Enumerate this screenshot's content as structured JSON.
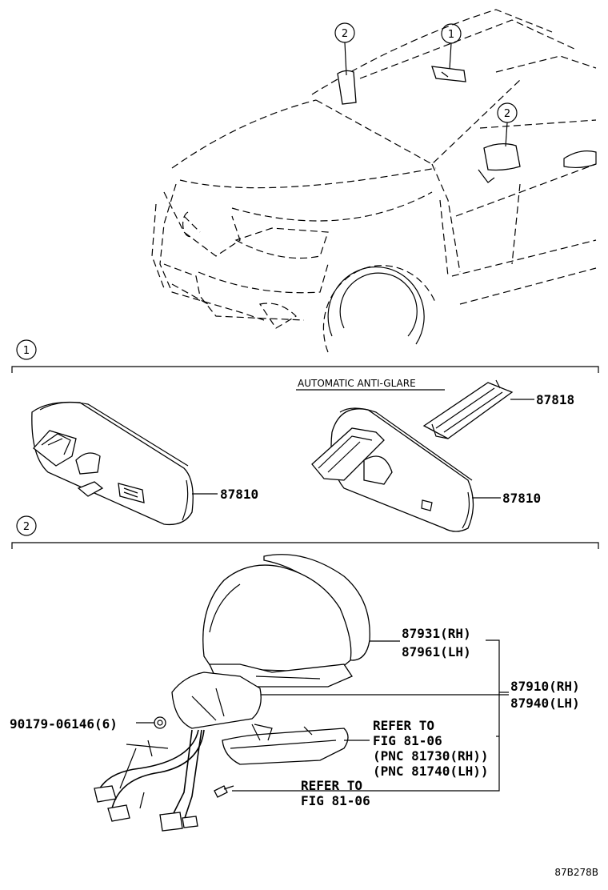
{
  "callouts": {
    "c1": "1",
    "c2": "2"
  },
  "sections": {
    "s1": "1",
    "s2": "2"
  },
  "caption_auto": "AUTOMATIC ANTI-GLARE",
  "parts": {
    "p87818": "87818",
    "p87810a": "87810",
    "p87810b": "87810",
    "p87931": "87931(RH)",
    "p87961": "87961(LH)",
    "p87910": "87910(RH)",
    "p87940": "87940(LH)",
    "p90179": "90179-06146(6)",
    "ref1_l1": "REFER TO",
    "ref1_l2": "FIG 81-06",
    "ref1_l3": "(PNC 81730(RH))",
    "ref1_l4": "(PNC 81740(LH))",
    "ref2_l1": "REFER TO",
    "ref2_l2": "FIG 81-06"
  },
  "drawing_code": "87B278B"
}
